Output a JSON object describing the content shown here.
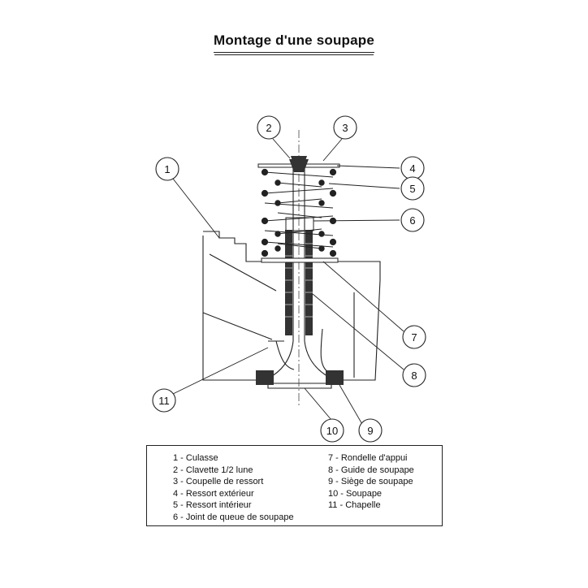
{
  "title": "Montage d'une soupape",
  "callouts": [
    "1",
    "2",
    "3",
    "4",
    "5",
    "6",
    "7",
    "8",
    "9",
    "10",
    "11"
  ],
  "legend": {
    "left": [
      "1 - Culasse",
      "2 - Clavette 1/2 lune",
      "3 - Coupelle de ressort",
      "4 - Ressort extérieur",
      "5 - Ressort intérieur",
      "6 - Joint de queue de soupape"
    ],
    "right": [
      "7 - Rondelle d'appui",
      "8 - Guide de soupape",
      "9 - Siège de soupape",
      "10 - Soupape",
      "11 - Chapelle"
    ]
  }
}
